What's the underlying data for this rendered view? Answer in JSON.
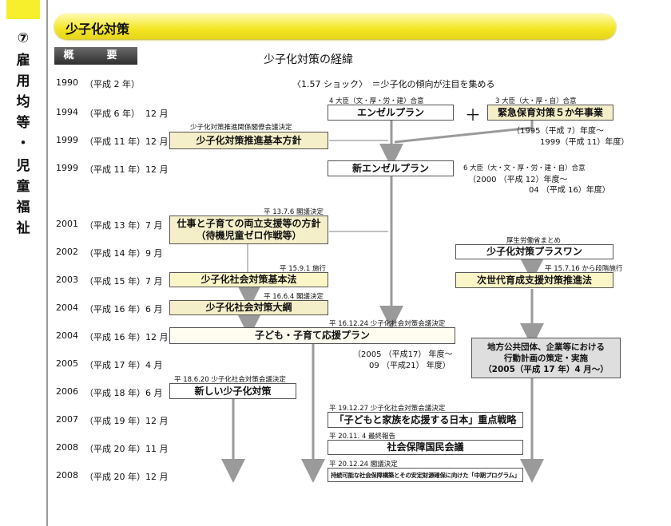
{
  "sidebar": {
    "badge": "⑦",
    "chars": [
      "雇",
      "用",
      "均",
      "等",
      "・",
      "児",
      "童",
      "福",
      "祉"
    ]
  },
  "header": {
    "title": "少子化対策"
  },
  "section_label": "概　要",
  "diagram_title": "少子化対策の経緯",
  "timeline": [
    {
      "year": "1990",
      "era": "（平成  2 年）",
      "month": ""
    },
    {
      "year": "1994",
      "era": "（平成  6 年）",
      "month": "12 月"
    },
    {
      "year": "1999",
      "era": "（平成 11 年）",
      "month": "12 月"
    },
    {
      "year": "1999",
      "era": "（平成 11 年）",
      "month": "12 月"
    },
    {
      "year": "2001",
      "era": "（平成 13 年）",
      "month": "7 月"
    },
    {
      "year": "2002",
      "era": "（平成 14 年）",
      "month": "9 月"
    },
    {
      "year": "2003",
      "era": "（平成 15 年）",
      "month": "7 月"
    },
    {
      "year": "2004",
      "era": "（平成 16 年）",
      "month": "6 月"
    },
    {
      "year": "2004",
      "era": "（平成 16 年）",
      "month": "12 月"
    },
    {
      "year": "2005",
      "era": "（平成 17 年）",
      "month": "4 月"
    },
    {
      "year": "2006",
      "era": "（平成 18 年）",
      "month": "6 月"
    },
    {
      "year": "2007",
      "era": "（平成 19 年）",
      "month": "12 月"
    },
    {
      "year": "2008",
      "era": "（平成 20 年）",
      "month": "11 月"
    },
    {
      "year": "2008",
      "era": "（平成 20 年）",
      "month": "12 月"
    }
  ],
  "shock_note": "〈1.57 ショック〉　＝少子化の傾向が注目を集める",
  "boxes": {
    "angel_plan": "エンゼルプラン",
    "angel_plan_cap": "4 大臣（文・厚・労・建）合意",
    "plus": "＋",
    "hoiku": "緊急保育対策５か年事業",
    "hoiku_cap": "3 大臣（大・厚・自）合意",
    "hoiku_period_1": "（1995（平成 7）年度〜",
    "hoiku_period_2": "1999（平成 11）年度）",
    "kihon_houshin": "少子化対策推進基本方針",
    "kihon_houshin_cap": "少子化対策推進関係閣僚会議決定",
    "new_angel": "新エンゼルプラン",
    "new_angel_cap": "6 大臣（大・文・厚・労・建・自）合意",
    "new_angel_period_1": "（2000 （平成 12）年度〜",
    "new_angel_period_2": "04 （平成 16）年度）",
    "ryoritsu_1": "仕事と子育ての両立支援等の方針",
    "ryoritsu_2": "（待機児童ゼロ作戦等）",
    "ryoritsu_cap": "平 13.7.6 閣議決定",
    "plus_one": "少子化対策プラスワン",
    "plus_one_cap": "厚生労働省まとめ",
    "kihonhou": "少子化社会対策基本法",
    "kihonhou_cap": "平 15.9.1 施行",
    "jisedai": "次世代育成支援対策推進法",
    "jisedai_cap": "平 15.7.16 から段階施行",
    "taikou": "少子化社会対策大綱",
    "taikou_cap": "平 16.6.4 閣議決定",
    "kodomo_plan": "子ども・子育て応援プラン",
    "kodomo_plan_cap": "平 16.12.24 少子化社会対策会議決定",
    "kodomo_period_1": "（2005 （平成17） 年度〜",
    "kodomo_period_2": "09 （平成21） 年度）",
    "chiho_1": "地方公共団体、企業等における",
    "chiho_2": "行動計画の策定・実施",
    "chiho_3": "（2005（平成 17 年）4 月〜）",
    "atarashii": "新しい少子化対策",
    "atarashii_cap": "平 18.6.20 少子化社会対策会議決定",
    "nihon": "「子どもと家族を応援する日本」重点戦略",
    "nihon_cap": "平 19.12.27 少子化社会対策会議決定",
    "kokumin": "社会保障国民会議",
    "kokumin_cap": "平 20.11. 4 最終報告",
    "chuki": "持続可能な社会保障構築とその安定財源確保に向けた「中期プログラム」",
    "chuki_cap": "平 20.12.24 閣議決定"
  },
  "colors": {
    "accent_yellow": "#f3e624",
    "box_beige": "#f5efc9",
    "arrow_gray": "#9a9a9a"
  }
}
